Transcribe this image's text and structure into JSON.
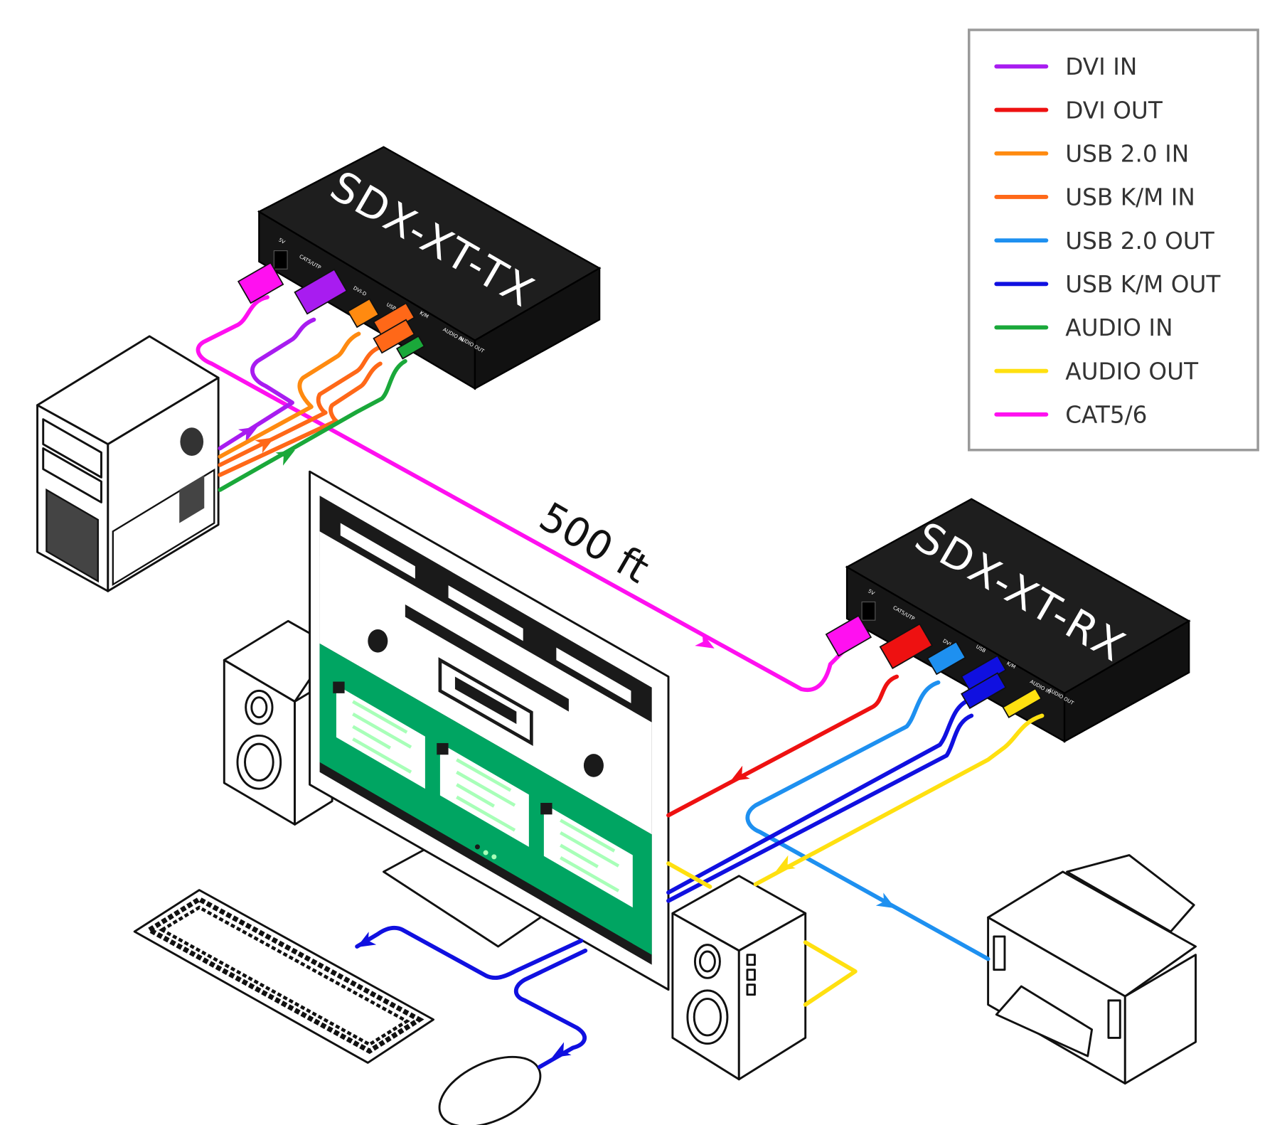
{
  "legend": {
    "items": [
      {
        "label": "DVI IN",
        "color": "#a81cf0"
      },
      {
        "label": "DVI OUT",
        "color": "#ee1111"
      },
      {
        "label": "USB 2.0 IN",
        "color": "#ff8a10"
      },
      {
        "label": "USB K/M IN",
        "color": "#ff6818"
      },
      {
        "label": "USB 2.0 OUT",
        "color": "#1e90f0"
      },
      {
        "label": "USB K/M OUT",
        "color": "#1010e0"
      },
      {
        "label": "AUDIO IN",
        "color": "#1aa83a"
      },
      {
        "label": "AUDIO OUT",
        "color": "#ffe010"
      },
      {
        "label": "CAT5/6",
        "color": "#ff10f0"
      }
    ]
  },
  "transmitter": {
    "name": "SDX-XT-TX"
  },
  "receiver": {
    "name": "SDX-XT-RX"
  },
  "distance_label": "500 ft",
  "ports": {
    "power": "5V",
    "cat": "CAT5/UTP",
    "dvi": "DVI-D",
    "usb": "USB",
    "km": "K/M",
    "audio_in": "AUDIO IN",
    "audio_out": "AUDIO OUT"
  },
  "colors": {
    "device_body": "#1e1e1e",
    "screen_green": "#00a562",
    "screen_text": "#a8ffb8"
  }
}
